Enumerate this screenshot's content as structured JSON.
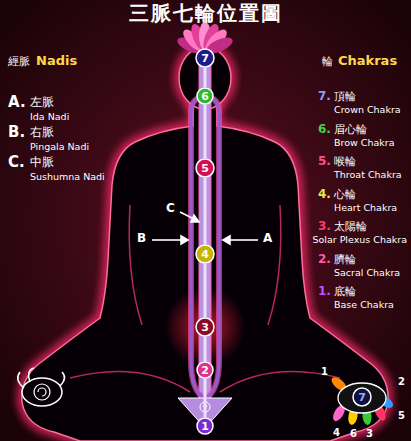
{
  "diagram": {
    "title": "三脈七輪位置圖",
    "nodes": [
      {
        "text": [
          "7"
        ]
      },
      {
        "text": [
          "6"
        ]
      },
      {
        "text": [
          "5"
        ]
      },
      {
        "text": [
          "4"
        ]
      },
      {
        "text": [
          "3"
        ]
      },
      {
        "text": [
          "2"
        ]
      },
      {
        "text": [
          "1"
        ]
      },
      {
        "text": [
          "7"
        ]
      }
    ],
    "edges": [
      {
        "from": 0,
        "to": 1,
        "arrow": "none"
      },
      {
        "from": 1,
        "to": 2,
        "arrow": "none"
      },
      {
        "from": 2,
        "to": 3,
        "arrow": "none"
      },
      {
        "from": 3,
        "to": 4,
        "arrow": "none"
      },
      {
        "from": 4,
        "to": 5,
        "arrow": "none"
      },
      {
        "from": 5,
        "to": 6,
        "arrow": "none"
      }
    ],
    "labels": [
      "經脈",
      "Nadis",
      "A.",
      "左脈",
      "Ida Nadi",
      "B.",
      "右脈",
      "Pingala Nadi",
      "C.",
      "中脈",
      "Sushumna Nadi",
      "輪",
      "Chakras",
      "7.",
      "頂輪",
      "Crown Chakra",
      "6.",
      "眉心輪",
      "Brow Chakra",
      "5.",
      "喉輪",
      "Throat Chakra",
      "4.",
      "心輪",
      "Heart Chakra",
      "3.",
      "太陽輪",
      "Solar Plexus Chakra",
      "2.",
      "臍輪",
      "Sacral Chakra",
      "1.",
      "底輪",
      "Base Chakra",
      "C",
      "B",
      "A",
      "1",
      "2",
      "5",
      "4",
      "6",
      "3"
    ]
  }
}
